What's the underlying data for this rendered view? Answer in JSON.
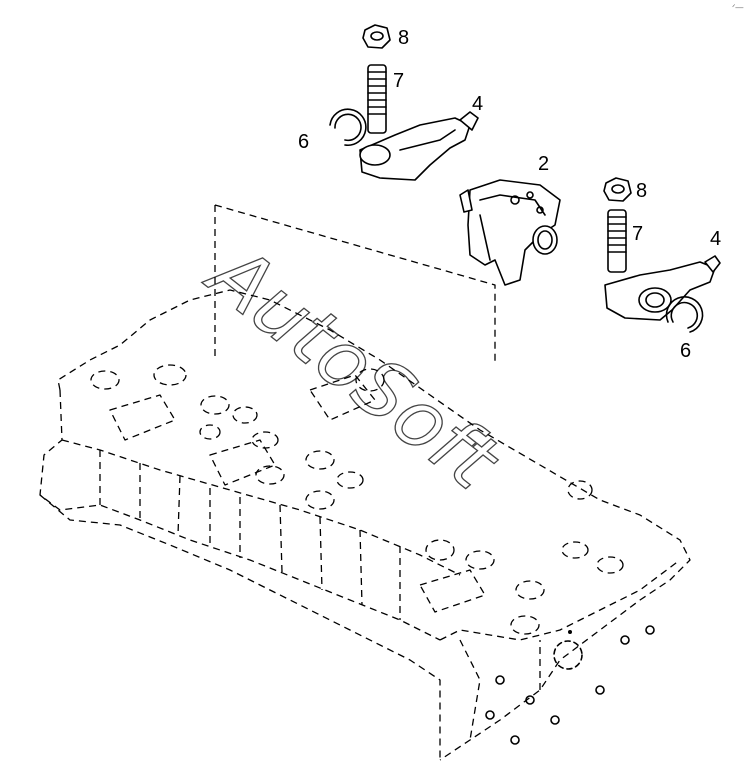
{
  "diagram": {
    "callouts": {
      "c2": "2",
      "c4a": "4",
      "c4b": "4",
      "c6a": "6",
      "c6b": "6",
      "c7a": "7",
      "c7b": "7",
      "c8a": "8",
      "c8b": "8"
    },
    "watermark": "AutoSoft",
    "corner_mark": "ᐟ—"
  }
}
